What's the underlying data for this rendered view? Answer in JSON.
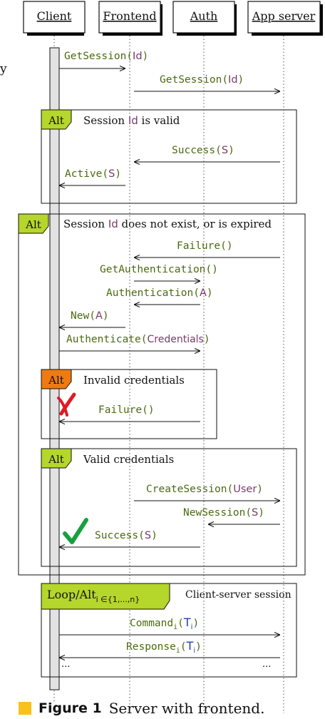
{
  "colors": {
    "message_text": "#4a6a10",
    "variable_text": "#7a3a6a",
    "index_blue": "#2040b0",
    "alt_green": "#b5d62a",
    "alt_orange": "#f07a10",
    "cross_red": "#e01a24",
    "check_green": "#17a040",
    "activation_fill": "#e2e2e2",
    "caption_square": "#f8c21a"
  },
  "participants": [
    "Client",
    "Frontend",
    "Auth",
    "App server"
  ],
  "margin_text": "y",
  "messages": {
    "get_session_1": {
      "name": "GetSession",
      "arg": "Id"
    },
    "get_session_2": {
      "name": "GetSession",
      "arg": "Id"
    },
    "success_s": {
      "name": "Success",
      "arg": "S"
    },
    "active_s": {
      "name": "Active",
      "arg": "S"
    },
    "failure_1": {
      "name": "Failure",
      "arg": ""
    },
    "get_authentication": {
      "name": "GetAuthentication",
      "arg": ""
    },
    "authentication_a": {
      "name": "Authentication",
      "arg": "A"
    },
    "new_a": {
      "name": "New",
      "arg": "A"
    },
    "authenticate": {
      "name": "Authenticate",
      "arg": "Credentials"
    },
    "failure_2": {
      "name": "Failure",
      "arg": ""
    },
    "create_session": {
      "name": "CreateSession",
      "arg": "User"
    },
    "new_session": {
      "name": "NewSession",
      "arg": "S"
    },
    "success_s_2": {
      "name": "Success",
      "arg": "S"
    },
    "command": {
      "name": "Command",
      "sub": "i",
      "arg": "T",
      "arg_sub": "i"
    },
    "response": {
      "name": "Response",
      "sub": "i",
      "arg": "T",
      "arg_sub": "i"
    },
    "ellipsis": "..."
  },
  "frames": {
    "alt_valid": {
      "tag": "Alt",
      "guard_pre": "Session ",
      "guard_var": "Id",
      "guard_post": " is valid"
    },
    "alt_expired": {
      "tag": "Alt",
      "guard_pre": "Session ",
      "guard_var": "Id",
      "guard_post": " does not exist, or is expired"
    },
    "alt_invalid": {
      "tag": "Alt",
      "guard": "Invalid credentials"
    },
    "alt_valid_cred": {
      "tag": "Alt",
      "guard": "Valid credentials"
    },
    "loop": {
      "tag": "Loop/Alt",
      "tag_sub": "i ∈{1,...,n}",
      "guard": "Client-server session"
    }
  },
  "caption": {
    "label": "Figure 1",
    "text": "Server with frontend."
  }
}
